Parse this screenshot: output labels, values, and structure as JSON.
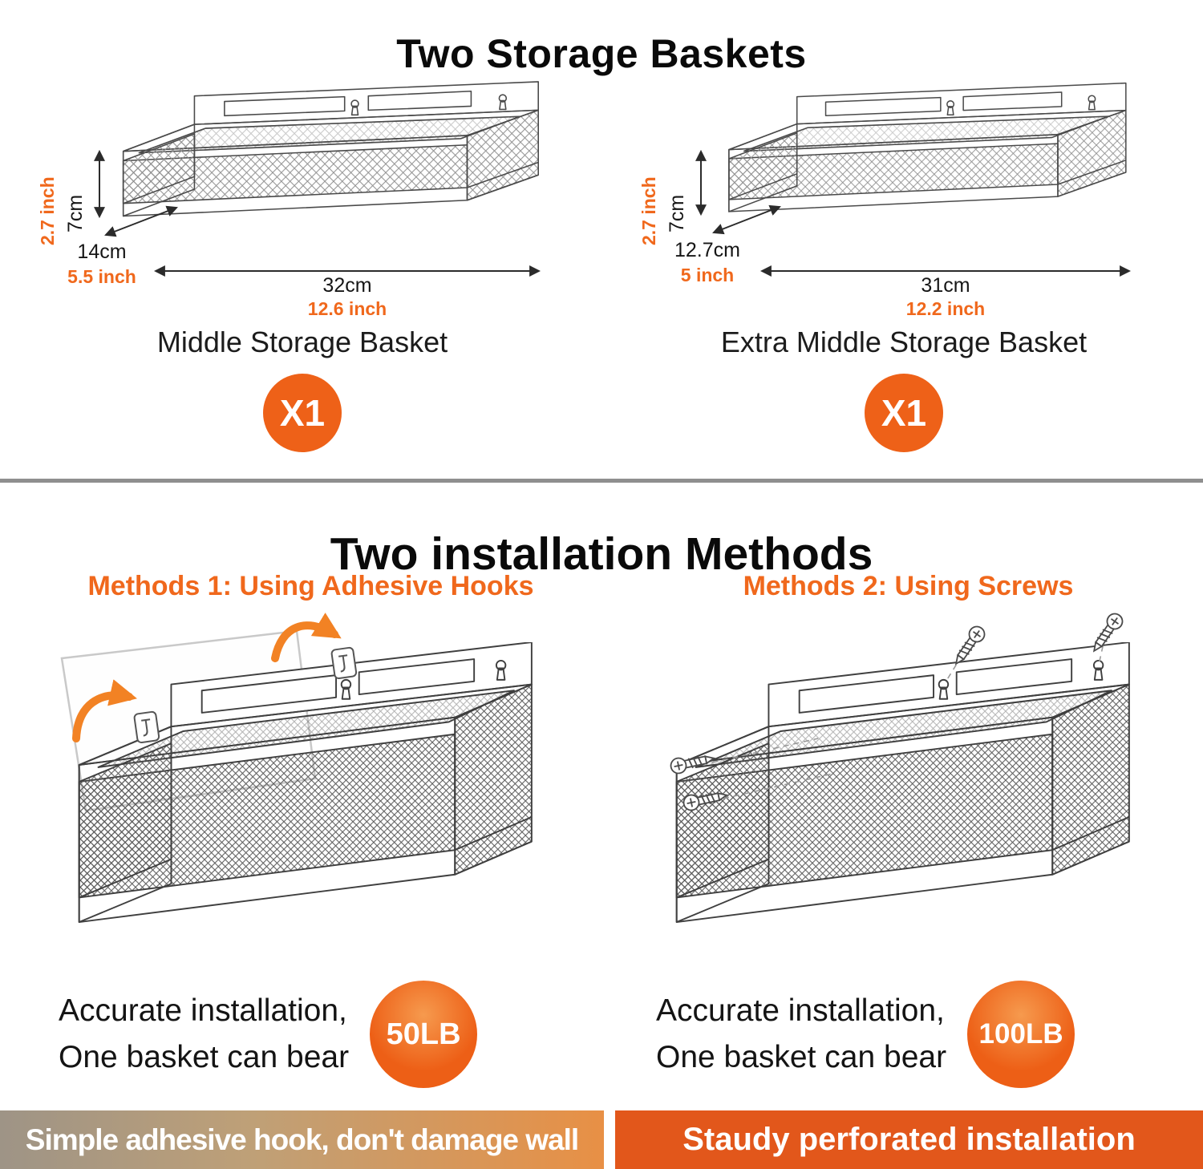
{
  "top": {
    "title": "Two Storage Baskets",
    "left_basket": {
      "height_cm": "7cm",
      "height_in": "2.7 inch",
      "depth_cm": "14cm",
      "depth_in": "5.5 inch",
      "width_cm": "32cm",
      "width_in": "12.6 inch",
      "caption": "Middle Storage Basket",
      "quantity": "X1"
    },
    "right_basket": {
      "height_cm": "7cm",
      "height_in": "2.7 inch",
      "depth_cm": "12.7cm",
      "depth_in": "5 inch",
      "width_cm": "31cm",
      "width_in": "12.2 inch",
      "caption": "Extra Middle Storage Basket",
      "quantity": "X1"
    }
  },
  "bottom": {
    "title": "Two installation Methods",
    "method1": {
      "heading": "Methods 1: Using Adhesive Hooks",
      "note_line1": "Accurate installation,",
      "note_line2": "One basket can bear",
      "capacity": "50LB",
      "banner": "Simple adhesive hook, don't damage wall"
    },
    "method2": {
      "heading": "Methods 2: Using Screws",
      "note_line1": "Accurate installation,",
      "note_line2": "One basket can bear",
      "capacity": "100LB",
      "banner": "Staudy perforated installation"
    }
  },
  "icons": {
    "basket": "mesh-storage-basket",
    "keyhole": "keyhole-hanger-icon",
    "adhesive_hook": "adhesive-hook-icon",
    "curved_arrow": "curved-arrow-icon",
    "screw": "screw-icon",
    "dimension_arrow": "double-headed-arrow-icon"
  },
  "colors": {
    "accent_orange": "#F0681C",
    "badge_orange": "#EE6118",
    "banner_left_gradient": [
      "#9E9486",
      "#BFA077",
      "#E89045"
    ],
    "banner_right": "#E2571B",
    "divider_gray": "#8F8F8F"
  }
}
